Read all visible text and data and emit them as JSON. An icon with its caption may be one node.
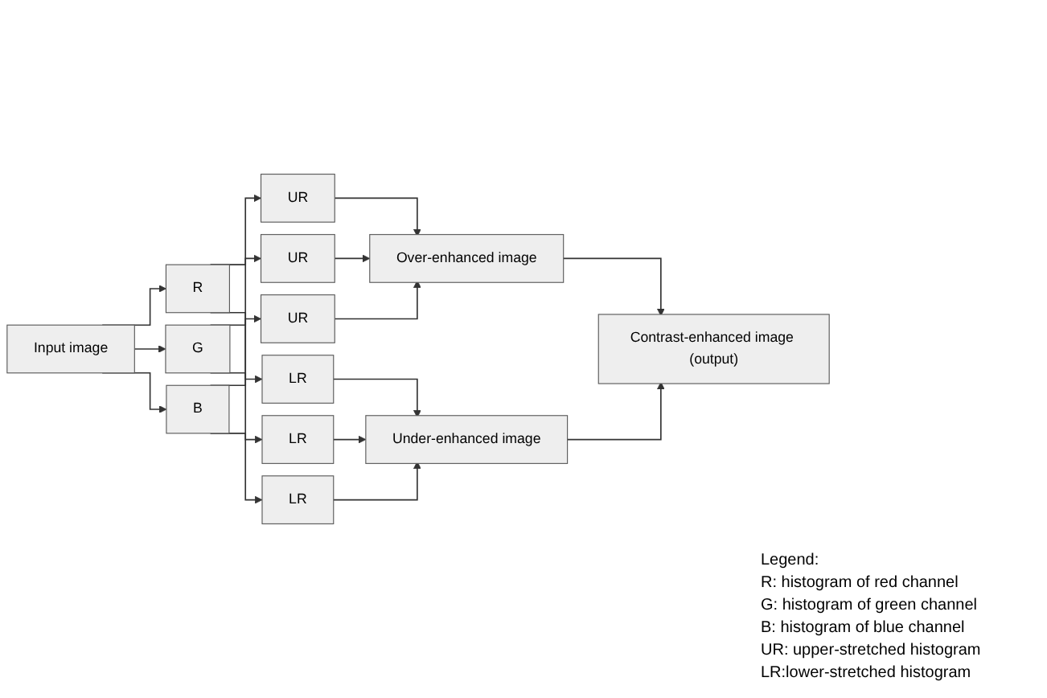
{
  "diagram": {
    "nodes": [
      {
        "text": [
          "Input image"
        ]
      },
      {
        "text": [
          "R"
        ]
      },
      {
        "text": [
          "G"
        ]
      },
      {
        "text": [
          "B"
        ]
      },
      {
        "text": [
          "UR"
        ]
      },
      {
        "text": [
          "LR"
        ]
      },
      {
        "text": [
          "UR"
        ]
      },
      {
        "text": [
          "LR"
        ]
      },
      {
        "text": [
          "UR"
        ]
      },
      {
        "text": [
          "LR"
        ]
      },
      {
        "text": [
          "Over-enhanced image"
        ]
      },
      {
        "text": [
          "Under-enhanced image"
        ]
      },
      {
        "text": [
          "Contrast-enhanced image (output)"
        ]
      }
    ],
    "edges": [
      {
        "from": 0,
        "to": 1,
        "arrow": "to"
      },
      {
        "from": 0,
        "to": 2,
        "arrow": "to"
      },
      {
        "from": 0,
        "to": 3,
        "arrow": "to"
      },
      {
        "from": 1,
        "to": 4,
        "arrow": "to"
      },
      {
        "from": 1,
        "to": 5,
        "arrow": "to"
      },
      {
        "from": 2,
        "to": 6,
        "arrow": "to"
      },
      {
        "from": 2,
        "to": 7,
        "arrow": "to"
      },
      {
        "from": 3,
        "to": 8,
        "arrow": "to"
      },
      {
        "from": 3,
        "to": 9,
        "arrow": "to"
      },
      {
        "from": 4,
        "to": 10,
        "arrow": "to"
      },
      {
        "from": 6,
        "to": 10,
        "arrow": "to"
      },
      {
        "from": 8,
        "to": 10,
        "arrow": "to"
      },
      {
        "from": 5,
        "to": 11,
        "arrow": "to"
      },
      {
        "from": 7,
        "to": 11,
        "arrow": "to"
      },
      {
        "from": 9,
        "to": 11,
        "arrow": "to"
      },
      {
        "from": 10,
        "to": 12,
        "arrow": "to"
      },
      {
        "from": 11,
        "to": 12,
        "arrow": "to"
      }
    ],
    "labels": [
      "Legend:",
      "R: histogram of red channel",
      "G: histogram of green channel",
      "B: histogram of blue channel",
      "UR: upper-stretched histogram",
      "LR:lower-stretched histogram"
    ]
  }
}
